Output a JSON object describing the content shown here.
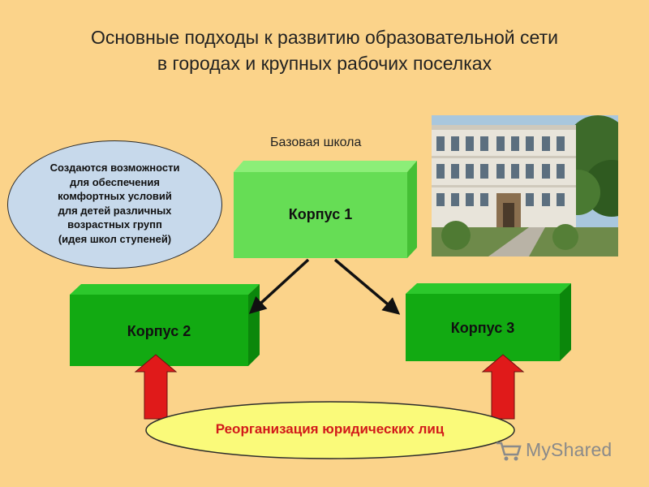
{
  "title": {
    "line1": "Основные подходы к развитию образовательной сети",
    "line2": "в городах и крупных рабочих поселках"
  },
  "base_school_label": "Базовая школа",
  "ellipse": {
    "lines": [
      "Создаются возможности",
      "для обеспечения",
      "комфортных условий",
      "для детей различных",
      "возрастных групп",
      "(идея школ ступеней)"
    ]
  },
  "boxes": {
    "korpus1": "Корпус 1",
    "korpus2": "Корпус 2",
    "korpus3": "Корпус 3"
  },
  "reorg_label": "Реорганизация юридических лиц",
  "watermark": "MyShared",
  "colors": {
    "background": "#fbd38a",
    "box_light_green": "#66dd55",
    "box_dark_green": "#12aa12",
    "up_arrow": "#e01a1a",
    "ellipse_fill": "#c7d9eb",
    "oval_fill": "#fafa7a",
    "reorg_text": "#d21a1a"
  },
  "icons": [
    "building-photo",
    "arrow-down-left",
    "arrow-down-right",
    "arrow-up-red",
    "cart-logo-icon"
  ]
}
